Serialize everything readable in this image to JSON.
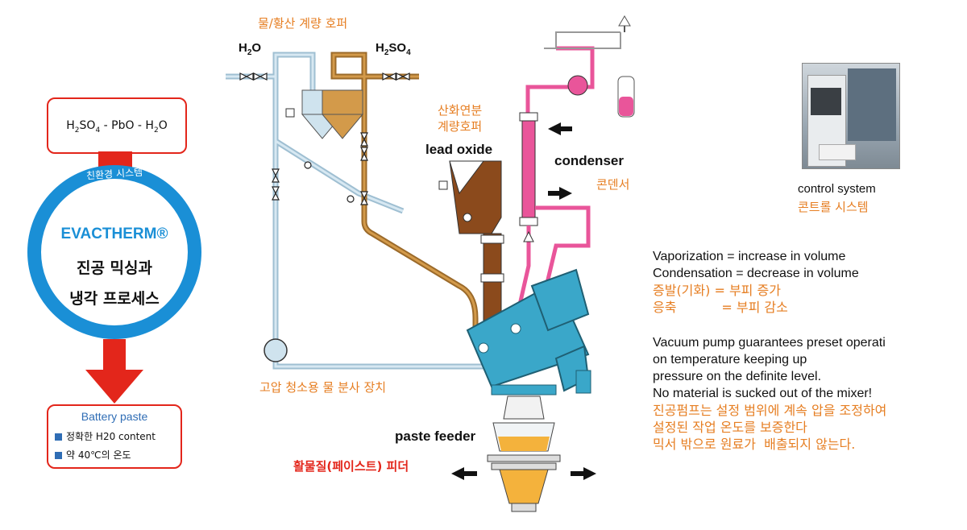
{
  "left": {
    "formula_box": {
      "part1": "H",
      "sub1": "2",
      "part2": "SO",
      "sub2": "4",
      "part3": " - PbO - H",
      "sub3": "2",
      "part4": "O"
    },
    "ring_label": "친환경 시스템",
    "ring_title": "EVACTHERM®",
    "ring_line2": "진공 믹싱과",
    "ring_line3": "냉각 프로세스",
    "battery": {
      "title": "Battery paste",
      "items": [
        "정확한 H20 content",
        "약 40℃의 온도"
      ]
    }
  },
  "diagram": {
    "hopper_water_acid": "물/황산 계량 호퍼",
    "h2o": {
      "main": "H",
      "sub": "2",
      "tail": "O"
    },
    "h2so4": {
      "a": "H",
      "sa": "2",
      "b": "SO",
      "sb": "4"
    },
    "oxide_hopper_ko_1": "산화연분",
    "oxide_hopper_ko_2": "계량호퍼",
    "lead_oxide": "lead oxide",
    "condenser": "condenser",
    "condenser_ko": "콘덴서",
    "spray_ko": "고압 청소용 물 분사 장치",
    "paste_feeder": "paste feeder",
    "paste_feeder_ko": "활물질(페이스트) 피더"
  },
  "right": {
    "control_system": "control system",
    "control_system_ko": "콘트롤 시스템",
    "vaporization": "Vaporization = increase in volume",
    "condensation": "Condensation = decrease in volume",
    "vap_ko": "증발(기화) = 부피 증가",
    "cond_ko": "응축           = 부피 감소",
    "vac_1": "Vacuum pump guarantees preset operati",
    "vac_2": "on temperature keeping up",
    "vac_3": "pressure on the definite level.",
    "vac_4": "No material is sucked out of the mixer!",
    "vac_ko_1": "진공펌프는 설정 범위에 계속 압을 조정하여",
    "vac_ko_2": "설정된 작업 온도를 보증한다",
    "vac_ko_3": "믹서 밖으로 원료가  배출되지 않는다."
  },
  "colors": {
    "red": "#e3261b",
    "ring_blue": "#1a8fd6",
    "orange": "#e67e22",
    "pipe_blue": "#cfe3ee",
    "pipe_brown": "#c58a3a",
    "pink": "#e9559a",
    "machine": "#3aa7c9"
  }
}
